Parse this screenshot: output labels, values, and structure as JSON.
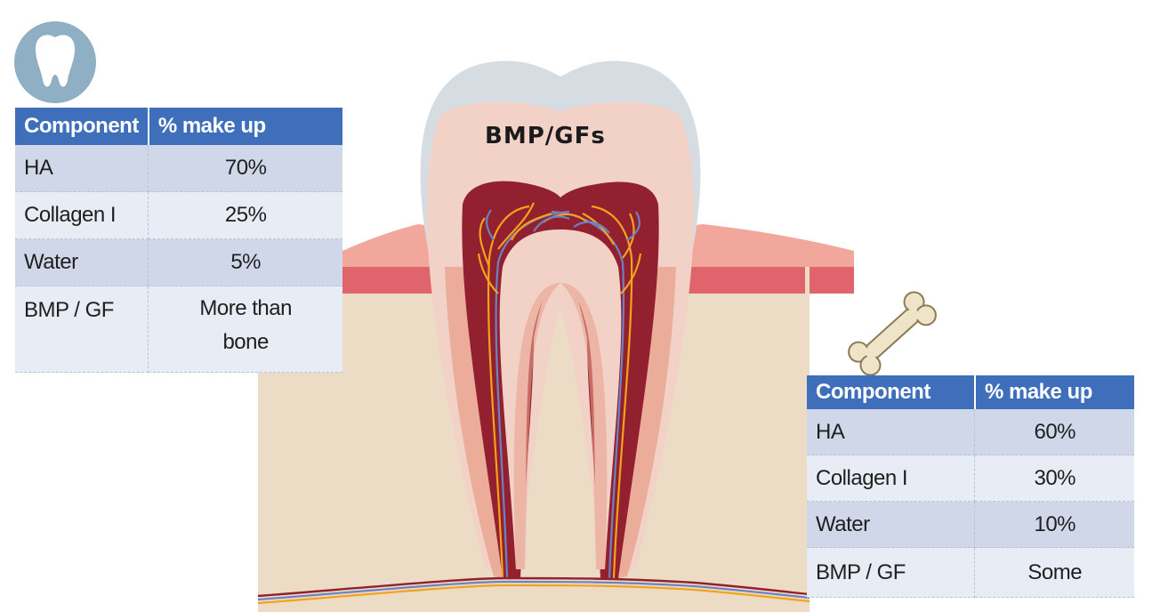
{
  "diagram": {
    "label": "BMP/GFs"
  },
  "tooth_table": {
    "icon": "tooth-icon",
    "headers": [
      "Component",
      "% make up"
    ],
    "rows": [
      {
        "component": "HA",
        "value": "70%"
      },
      {
        "component": "Collagen I",
        "value": "25%"
      },
      {
        "component": "Water",
        "value": "5%"
      },
      {
        "component": "BMP / GF",
        "value": "More than bone"
      }
    ]
  },
  "bone_table": {
    "icon": "bone-icon",
    "headers": [
      "Component",
      "% make up"
    ],
    "rows": [
      {
        "component": "HA",
        "value": "60%"
      },
      {
        "component": "Collagen I",
        "value": "30%"
      },
      {
        "component": "Water",
        "value": "10%"
      },
      {
        "component": "BMP / GF",
        "value": "Some"
      }
    ]
  },
  "colors": {
    "header_blue": "#3f6fba",
    "row_dark": "#cfd7e8",
    "row_light": "#e8ecf5",
    "bone_tissue": "#ecdcc6",
    "gum": "#e0646b",
    "enamel": "#d6dde2",
    "dentin": "#f2d2c7",
    "pulp": "#92202f",
    "nerve": "#f2a21d",
    "vessel": "#6b82c4",
    "icon_circle": "#8fb0c4"
  }
}
